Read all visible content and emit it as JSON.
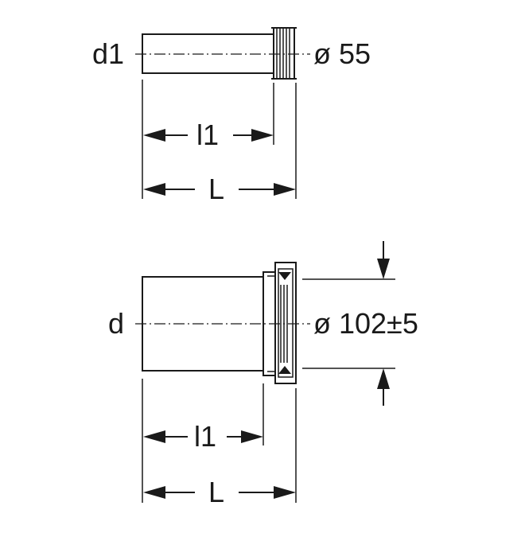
{
  "top_pipe": {
    "diameter_label": "d1",
    "outer_diameter": "ø 55",
    "inner_length_label": "l1",
    "total_length_label": "L"
  },
  "bottom_pipe": {
    "diameter_label": "d",
    "outer_diameter": "ø 102±5",
    "inner_length_label": "l1",
    "total_length_label": "L"
  }
}
